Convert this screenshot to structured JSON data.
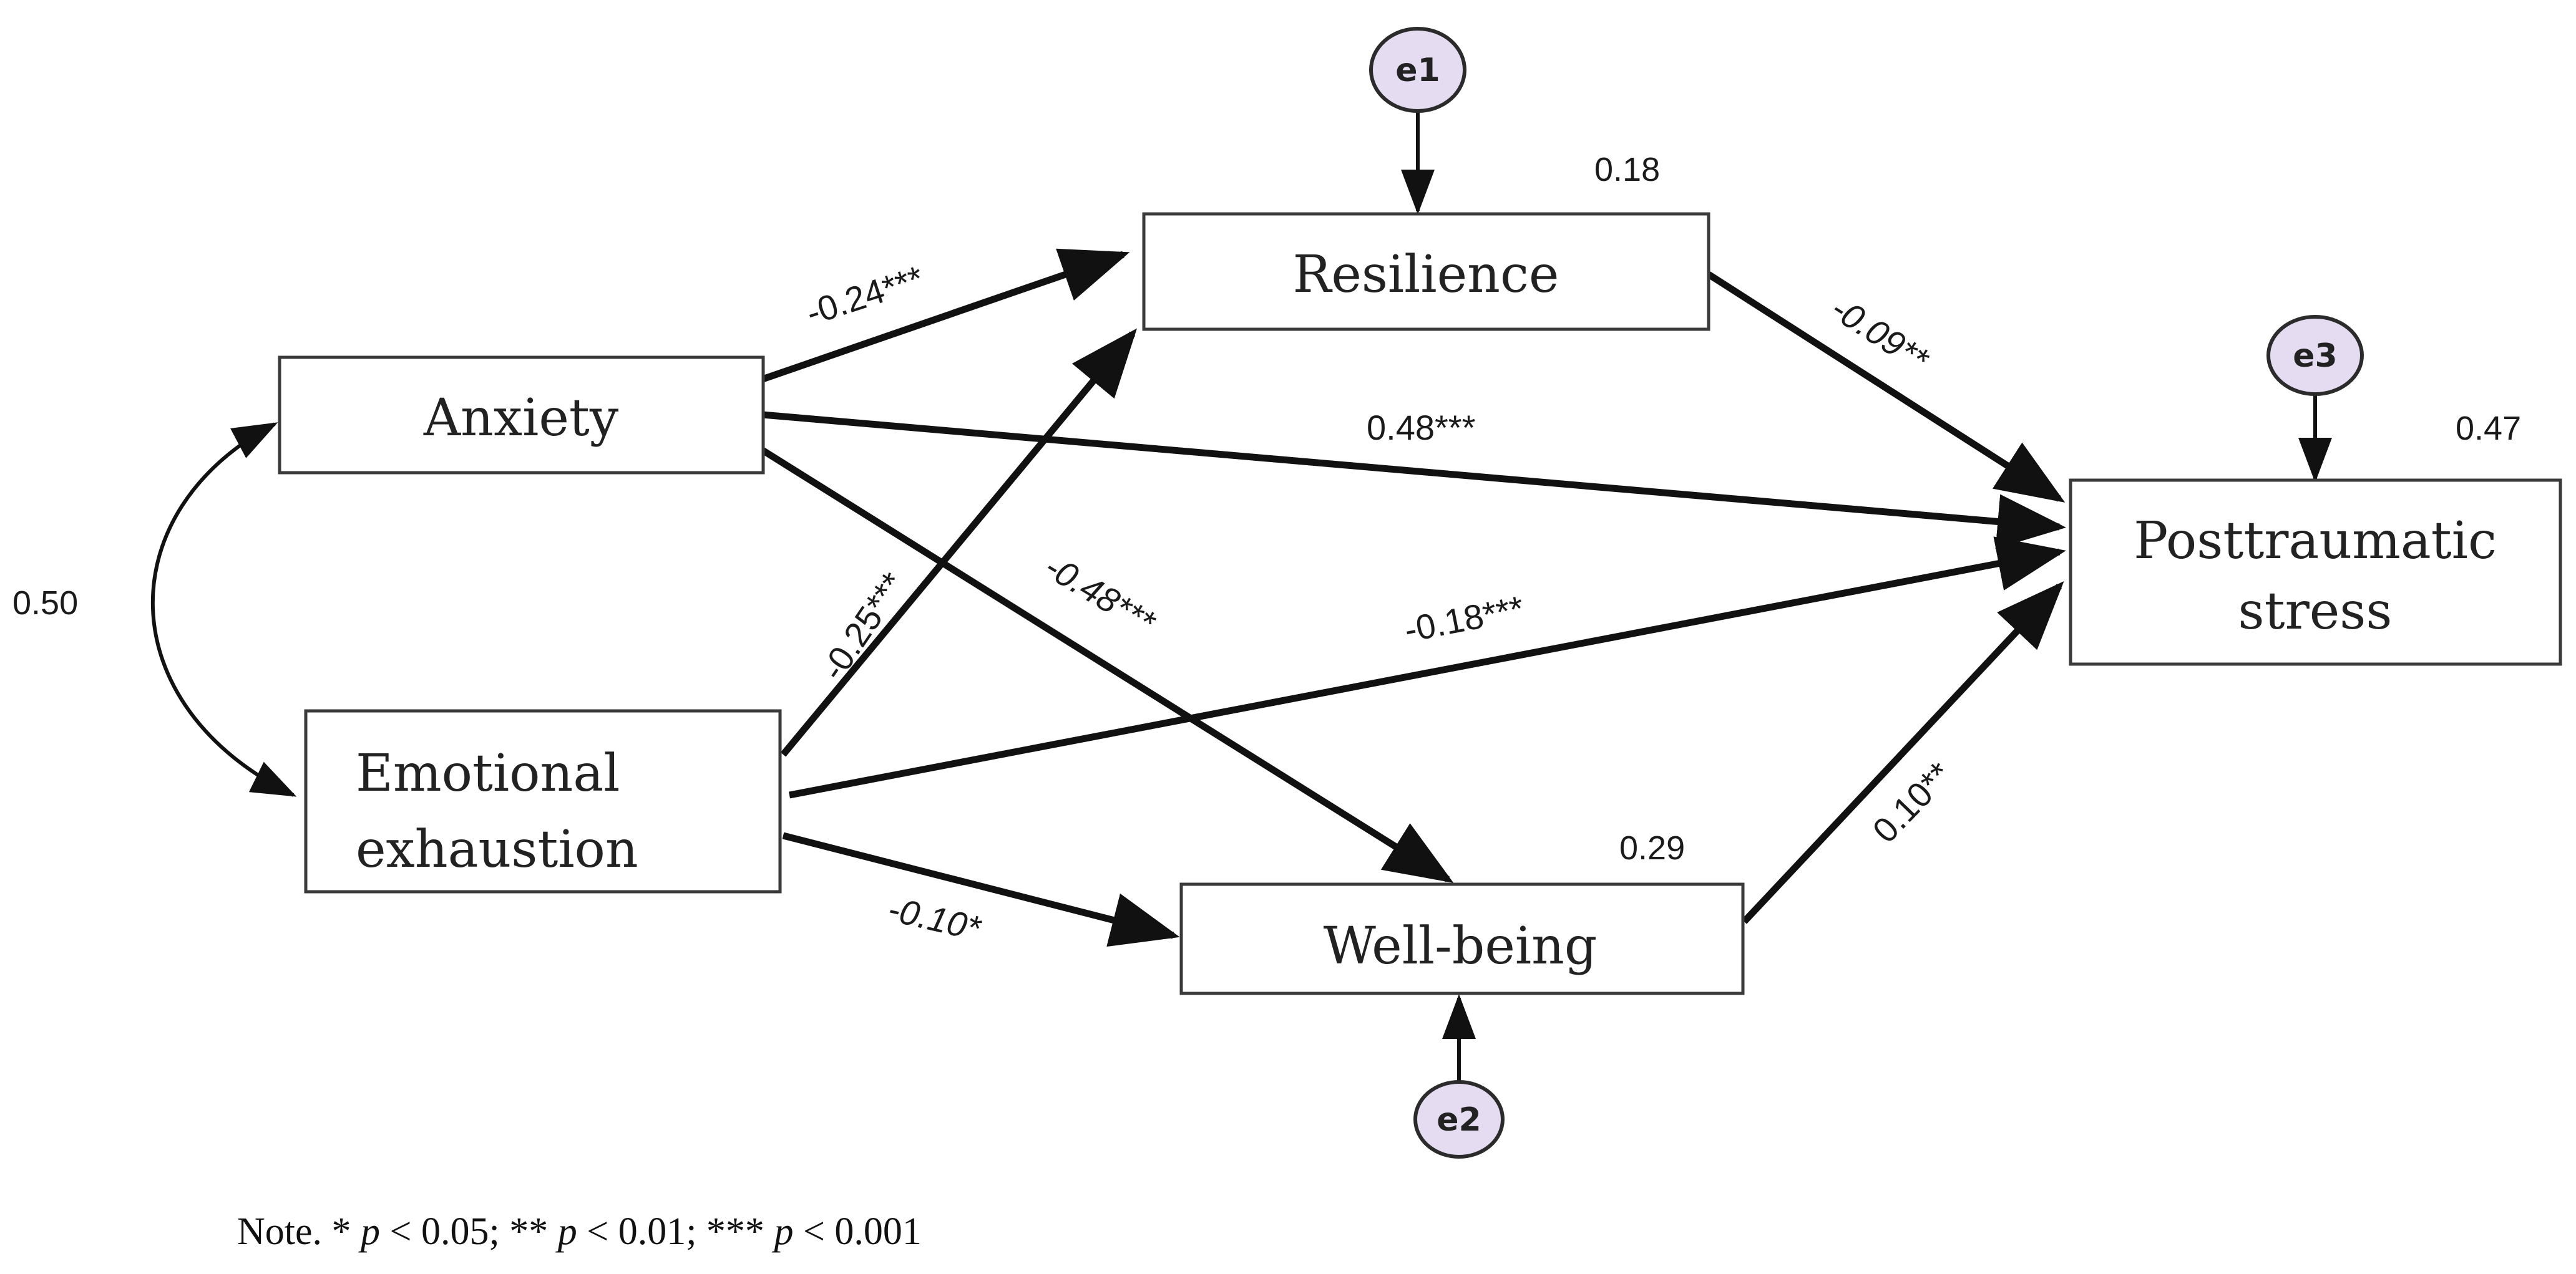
{
  "nodes": {
    "anxiety": "Anxiety",
    "emotional_line1": "Emotional",
    "emotional_line2": "exhaustion",
    "resilience": "Resilience",
    "wellbeing": "Well-being",
    "pts_line1": "Posttraumatic",
    "pts_line2": "stress"
  },
  "errors": {
    "e1": "e1",
    "e2": "e2",
    "e3": "e3"
  },
  "r_squared": {
    "resilience": "0.18",
    "wellbeing": "0.29",
    "pts": "0.47"
  },
  "covariance": {
    "anxiety_emotional": "0.50"
  },
  "paths": {
    "anx_res": "-0.24***",
    "anx_pts": "0.48***",
    "anx_wb": "-0.48***",
    "emo_res": "-0.25***",
    "emo_pts": "-0.18***",
    "emo_wb": "-0.10*",
    "res_pts": "-0.09**",
    "wb_pts": "0.10**"
  },
  "note": {
    "prefix": "Note. * ",
    "p1": "p",
    "t1": " < 0.05; ** ",
    "p2": "p",
    "t2": " < 0.01; *** ",
    "p3": "p",
    "t3": " < 0.001"
  }
}
